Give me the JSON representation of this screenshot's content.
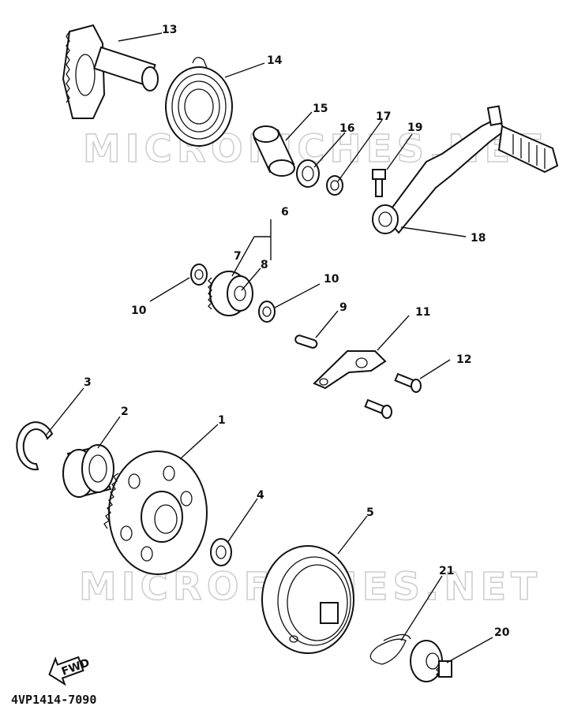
{
  "watermark": "MICROFICHES.NET",
  "diagram_code": "4VP1414-7090",
  "direction_label": "FWD",
  "callouts": {
    "p1": "1",
    "p2": "2",
    "p3": "3",
    "p4": "4",
    "p5": "5",
    "p6": "6",
    "p7": "7",
    "p8": "8",
    "p9": "9",
    "p10a": "10",
    "p10b": "10",
    "p11": "11",
    "p12": "12",
    "p13": "13",
    "p14": "14",
    "p15": "15",
    "p16": "16",
    "p17": "17",
    "p18": "18",
    "p19": "19",
    "p20": "20",
    "p21": "21"
  }
}
